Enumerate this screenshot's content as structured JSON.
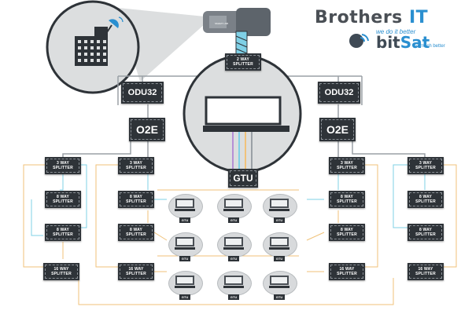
{
  "brand": {
    "brothers_prefix": "Brothers",
    "brothers_suffix": "IT",
    "brothers_tagline": "we do it better",
    "bitsat_prefix": "bit",
    "bitsat_suffix": "Sat",
    "bitsat_tagline": "so much better"
  },
  "lnb_label": "SMART LNB",
  "splitters": {
    "two_way": "2 WAY\nSPLITTER",
    "three_way": "3 WAY\nSPLITTER",
    "eight_way": "8 WAY\nSPLITTER",
    "sixteen_way": "16 WAY\nSPLITTER"
  },
  "odu_label": "ODU32",
  "o2e_label": "O2E",
  "gtu_label": "GTU",
  "tv_gtu_label": "GTU",
  "colors": {
    "dark": "#2e3338",
    "wire_blue": "#7fd0e6",
    "wire_orange": "#f0c27a",
    "wire_grey": "#9aa0a6",
    "brand_blue": "#2a8fd0"
  }
}
